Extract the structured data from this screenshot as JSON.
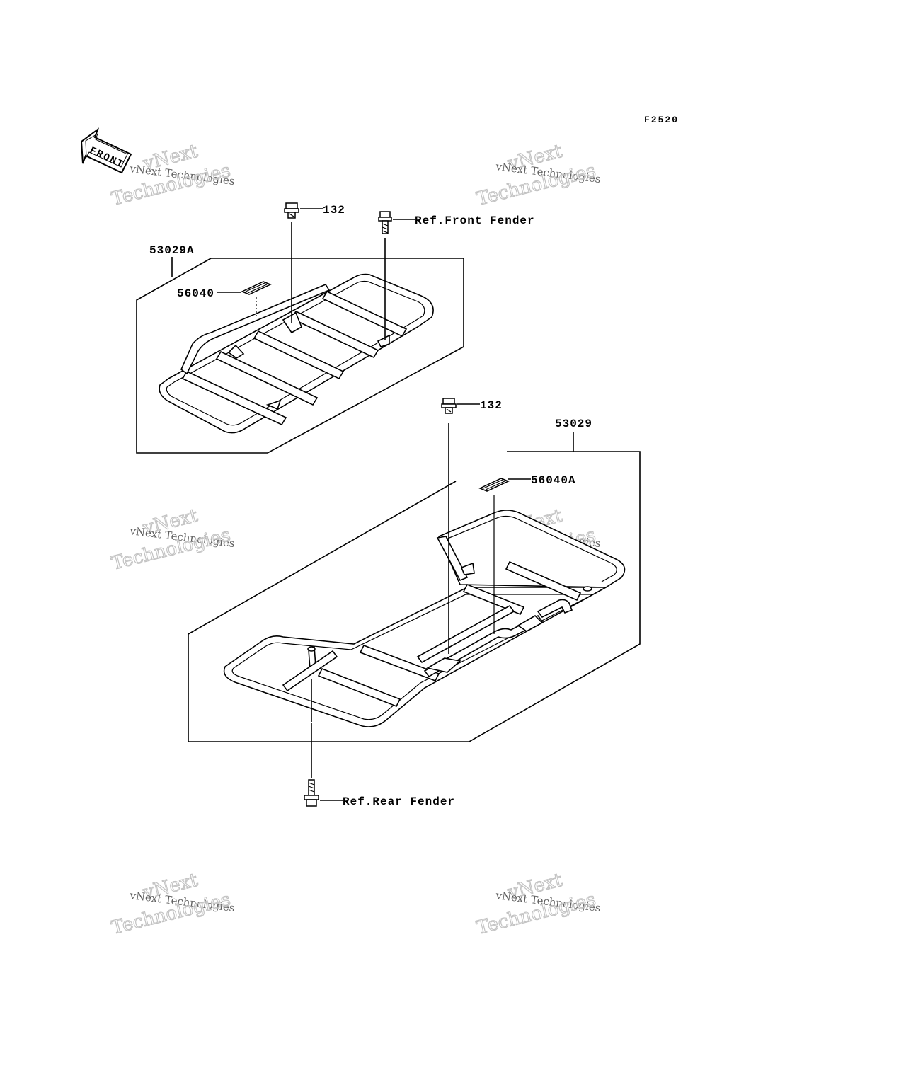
{
  "figure": {
    "code": "F2520",
    "front_indicator": "FRONT"
  },
  "parts": {
    "bolt_front_rack": "132",
    "bolt_rear_rack": "132",
    "ref_front_fender": "Ref.Front Fender",
    "ref_rear_fender": "Ref.Rear Fender",
    "front_rack_assy": "53029A",
    "rear_rack_assy": "53029",
    "label_front": "56040",
    "label_rear": "56040A"
  },
  "watermark": {
    "brand": "vNext",
    "line1": "vNext Technologies",
    "line2": "Technologies"
  }
}
